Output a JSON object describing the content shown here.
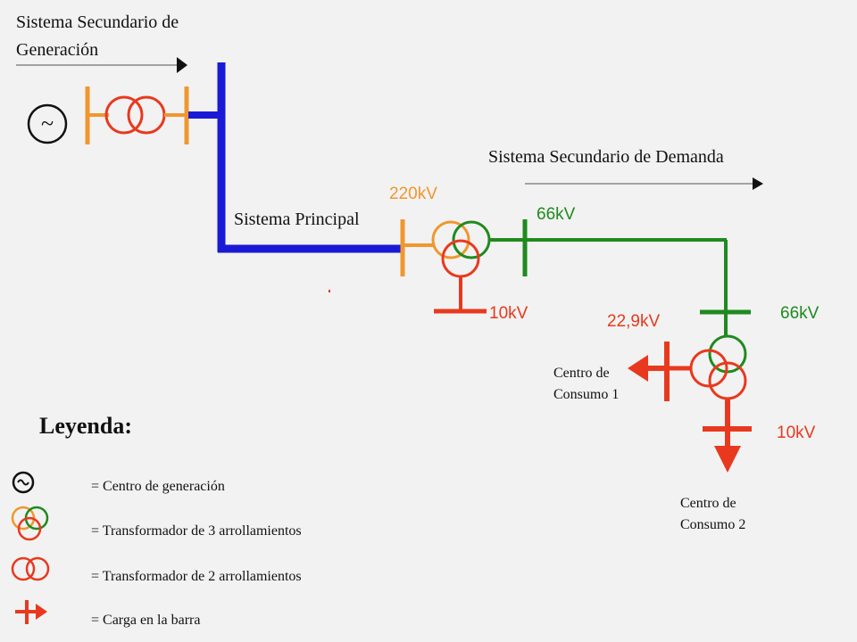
{
  "titles": {
    "generacion_line1": "Sistema Secundario de",
    "generacion_line2": "Generación",
    "demanda": "Sistema Secundario de Demanda",
    "principal": "Sistema Principal"
  },
  "voltages": {
    "v220": "220kV",
    "v66_top": "66kV",
    "v10_top": "10kV",
    "v66_right": "66kV",
    "v22_9": "22,9kV",
    "v10_bottom": "10kV"
  },
  "loads": {
    "consumo1_line1": "Centro de",
    "consumo1_line2": "Consumo 1",
    "consumo2_line1": "Centro de",
    "consumo2_line2": "Consumo 2"
  },
  "generator_symbol": "~",
  "legend": {
    "title": "Leyenda:",
    "items": [
      "= Centro de generación",
      "= Transformador de 3 arrollamientos",
      "= Transformador de 2 arrollamientos",
      "= Carga en la barra"
    ]
  },
  "colors": {
    "blue_bus": "#1a1ad6",
    "orange": "#f0972e",
    "red": "#e8391f",
    "green": "#1f8a1f",
    "black": "#111111",
    "gray_arrow": "#555555"
  }
}
